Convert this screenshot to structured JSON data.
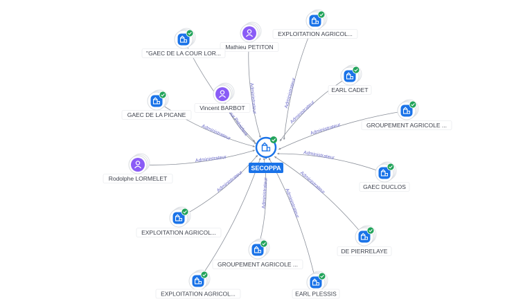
{
  "center": {
    "label": "SECOPPA",
    "icon": "building-icon",
    "verified": true
  },
  "colors": {
    "company": "#1a73e8",
    "person": "#8a5cf6",
    "verified": "#21a35a",
    "edge": "#8a8f99",
    "edge_label": "#6b6bc9"
  },
  "nodes": [
    {
      "id": "n1",
      "type": "company",
      "label": "EXPLOITATION AGRICOL...",
      "icon": "building-icon",
      "verified": true,
      "relation": "Administrateur"
    },
    {
      "id": "n2",
      "type": "person",
      "label": "Mathieu PETITON",
      "icon": "person-icon",
      "verified": false,
      "relation": "Administrateur"
    },
    {
      "id": "n3",
      "type": "company",
      "label": "\"GAEC DE LA COUR LOR...",
      "icon": "building-icon",
      "verified": true,
      "relation": "Administrateur"
    },
    {
      "id": "n4",
      "type": "company",
      "label": "EARL CADET",
      "icon": "building-icon",
      "verified": true,
      "relation": "Administrateur"
    },
    {
      "id": "n5",
      "type": "person",
      "label": "Vincent BARBOT",
      "icon": "person-icon",
      "verified": false,
      "relation": "Président"
    },
    {
      "id": "n6",
      "type": "company",
      "label": "GAEC DE LA PICANE",
      "icon": "building-icon",
      "verified": true,
      "relation": "Administrateur"
    },
    {
      "id": "n7",
      "type": "company",
      "label": "GROUPEMENT AGRICOLE ...",
      "icon": "building-icon",
      "verified": true,
      "relation": "Administrateur"
    },
    {
      "id": "n8",
      "type": "person",
      "label": "Rodolphe LORMELET",
      "icon": "person-icon",
      "verified": false,
      "relation": "Administrateur"
    },
    {
      "id": "n9",
      "type": "company",
      "label": "GAEC DUCLOS",
      "icon": "building-icon",
      "verified": true,
      "relation": "Administrateur"
    },
    {
      "id": "n10",
      "type": "company",
      "label": "EXPLOITATION AGRICOL...",
      "icon": "building-icon",
      "verified": true,
      "relation": "Administrateur"
    },
    {
      "id": "n11",
      "type": "company",
      "label": "DE PIERRELAYE",
      "icon": "building-icon",
      "verified": true,
      "relation": "Administrateur"
    },
    {
      "id": "n12",
      "type": "company",
      "label": "GROUPEMENT AGRICOLE ...",
      "icon": "building-icon",
      "verified": true,
      "relation": "Administrateur"
    },
    {
      "id": "n13",
      "type": "company",
      "label": "EXPLOITATION AGRICOL...",
      "icon": "building-icon",
      "verified": true,
      "relation": ""
    },
    {
      "id": "n14",
      "type": "company",
      "label": "EARL PLESSIS",
      "icon": "building-icon",
      "verified": true,
      "relation": "Administrateur"
    }
  ]
}
